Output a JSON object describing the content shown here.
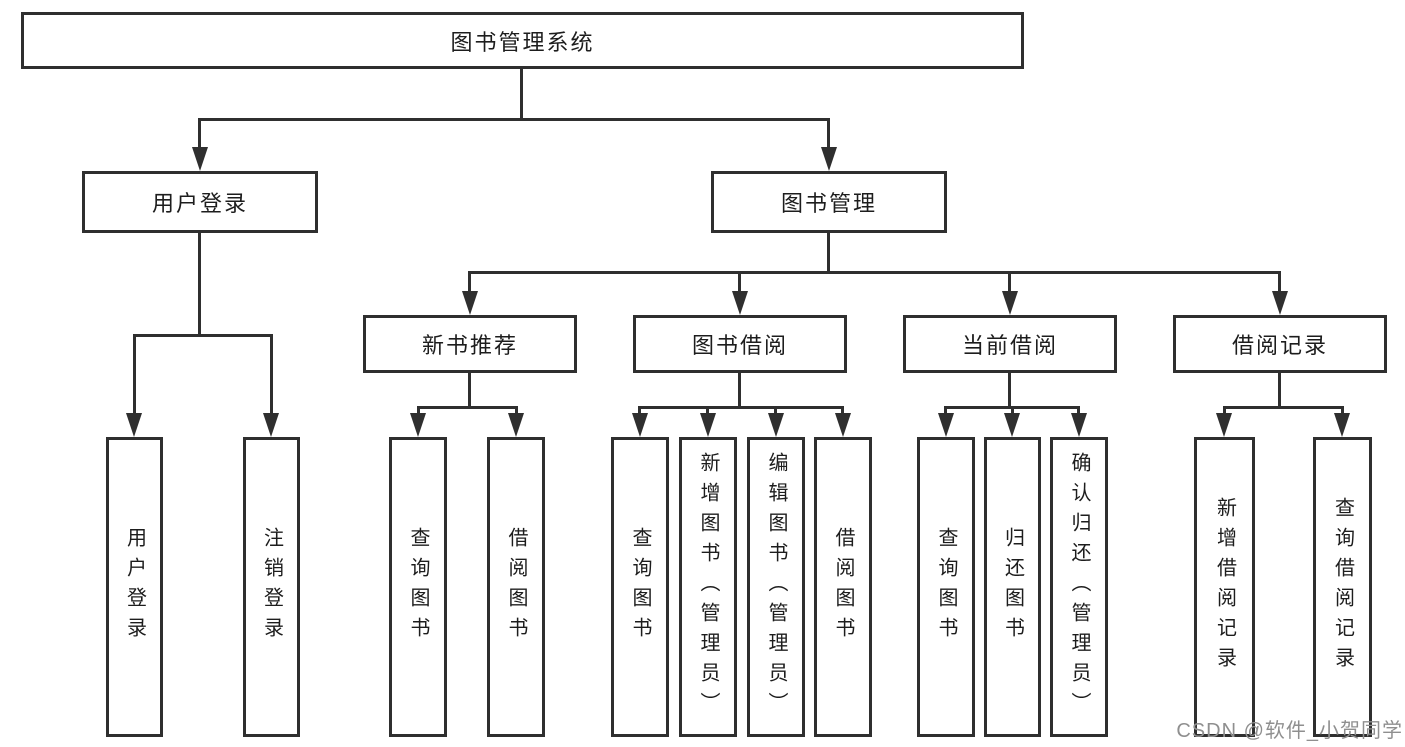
{
  "diagram_type": "hierarchy-tree",
  "colors": {
    "line": "#2f2f2f",
    "text": "#1d1d1d",
    "watermark": "#8f8f8f",
    "bg": "#ffffff"
  },
  "tree": {
    "label": "图书管理系统",
    "children": [
      {
        "label": "用户登录",
        "children": [
          {
            "label": "用户登录"
          },
          {
            "label": "注销登录"
          }
        ]
      },
      {
        "label": "图书管理",
        "children": [
          {
            "label": "新书推荐",
            "children": [
              {
                "label": "查询图书"
              },
              {
                "label": "借阅图书"
              }
            ]
          },
          {
            "label": "图书借阅",
            "children": [
              {
                "label": "查询图书"
              },
              {
                "label": "新增图书（管理员）"
              },
              {
                "label": "编辑图书（管理员）"
              },
              {
                "label": "借阅图书"
              }
            ]
          },
          {
            "label": "当前借阅",
            "children": [
              {
                "label": "查询图书"
              },
              {
                "label": "归还图书"
              },
              {
                "label": "确认归还（管理员）"
              }
            ]
          },
          {
            "label": "借阅记录",
            "children": [
              {
                "label": "新增借阅记录"
              },
              {
                "label": "查询借阅记录"
              }
            ]
          }
        ]
      }
    ]
  },
  "watermark": {
    "text": "CSDN @软件_小贺同学"
  }
}
